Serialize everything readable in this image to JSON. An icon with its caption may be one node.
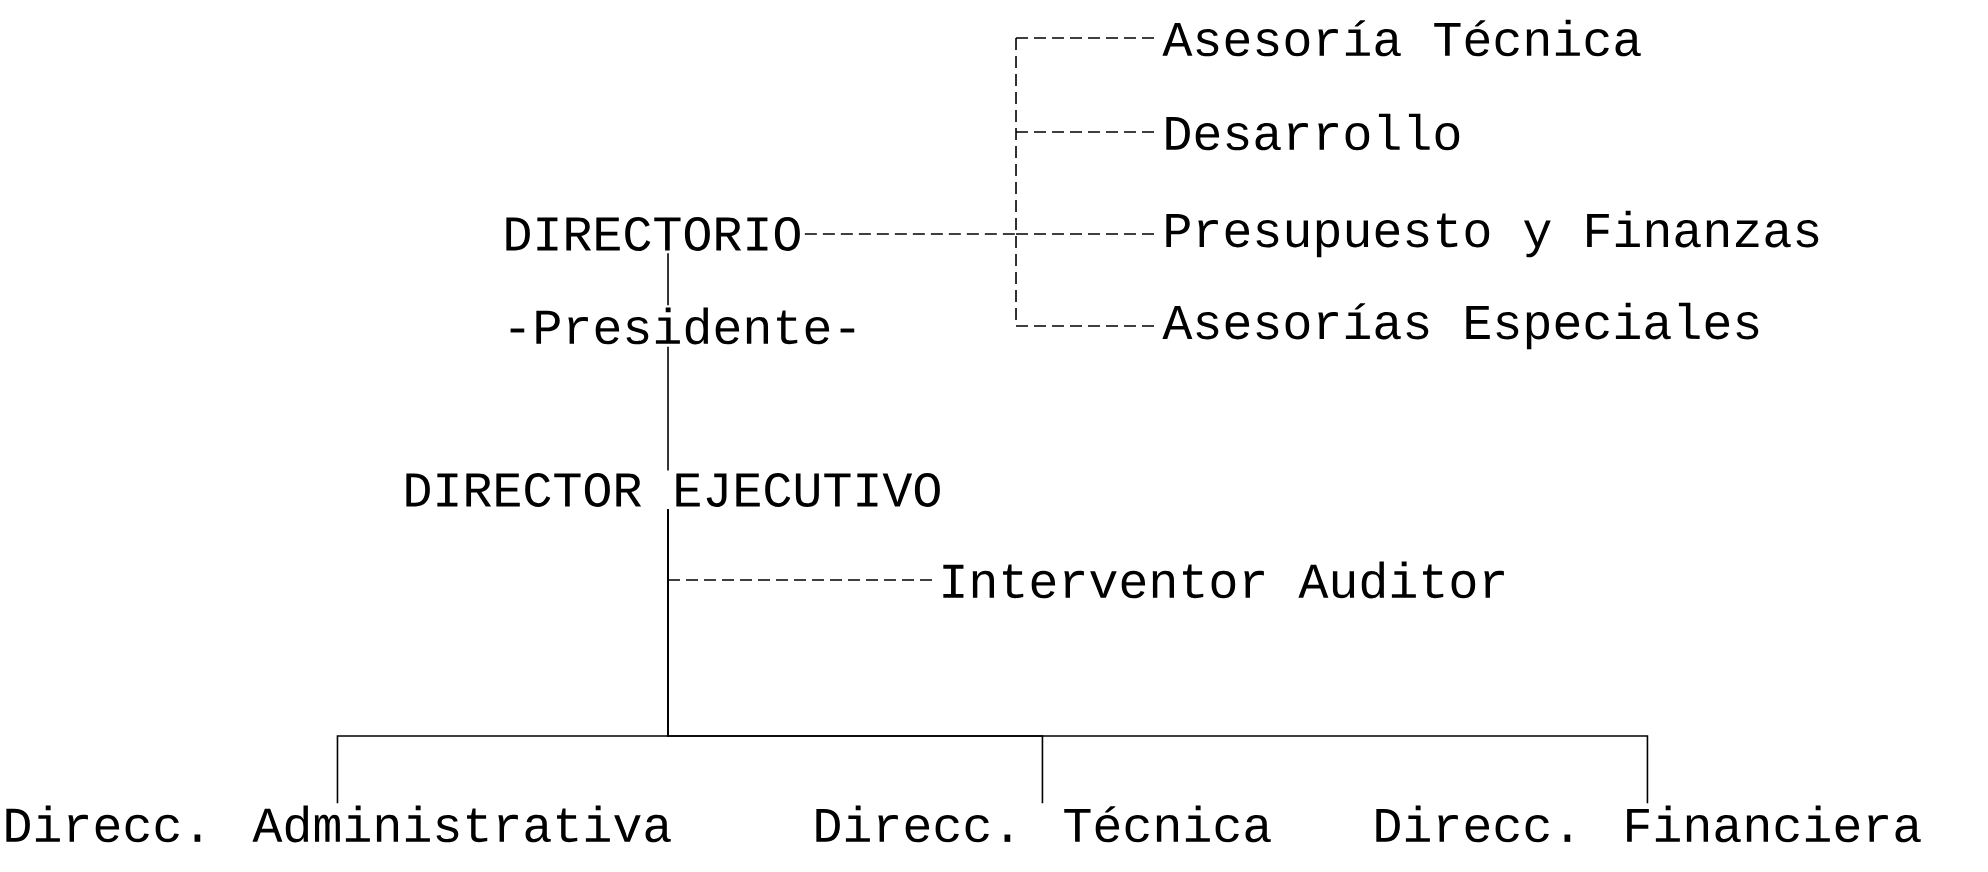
{
  "diagram": {
    "nodes": [
      {
        "text": [
          "DIRECTORIO"
        ]
      },
      {
        "text": [
          "-Presidente-"
        ]
      },
      {
        "text": [
          "Asesoría Técnica"
        ]
      },
      {
        "text": [
          "Desarrollo"
        ]
      },
      {
        "text": [
          "Presupuesto y Finanzas"
        ]
      },
      {
        "text": [
          "Asesorías Especiales"
        ]
      },
      {
        "text": [
          "DIRECTOR EJECUTIVO"
        ]
      },
      {
        "text": [
          "Interventor Auditor"
        ]
      },
      {
        "text": [
          "Direcc. Administrativa"
        ]
      },
      {
        "text": [
          "Direcc. Técnica"
        ]
      },
      {
        "text": [
          "Direcc. Financiera"
        ]
      }
    ],
    "edges": [
      {
        "from": 0,
        "to": 1,
        "arrow": "none"
      },
      {
        "from": 0,
        "to": 2,
        "arrow": "none",
        "style": "dashed"
      },
      {
        "from": 0,
        "to": 3,
        "arrow": "none",
        "style": "dashed"
      },
      {
        "from": 0,
        "to": 4,
        "arrow": "none",
        "style": "dashed"
      },
      {
        "from": 0,
        "to": 5,
        "arrow": "none",
        "style": "dashed"
      },
      {
        "from": 1,
        "to": 6,
        "arrow": "none"
      },
      {
        "from": 6,
        "to": 7,
        "arrow": "none",
        "style": "dashed"
      },
      {
        "from": 6,
        "to": 8,
        "arrow": "none"
      },
      {
        "from": 6,
        "to": 9,
        "arrow": "none"
      },
      {
        "from": 6,
        "to": 10,
        "arrow": "none"
      }
    ]
  }
}
